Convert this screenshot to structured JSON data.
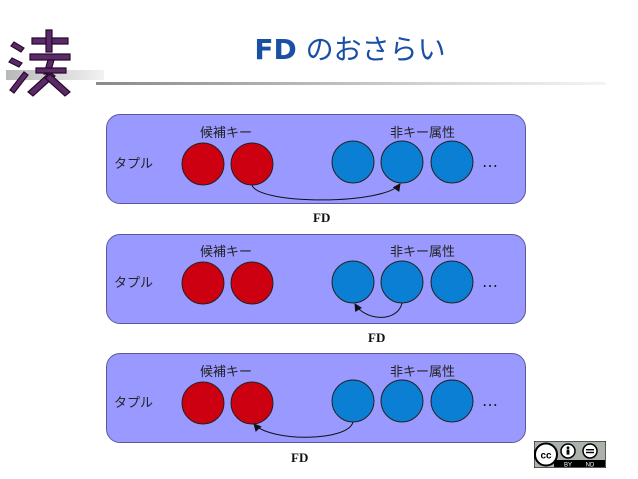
{
  "slide": {
    "title_bold": "FD",
    "title_rest": " のおさらい"
  },
  "panels": [
    {
      "candidate_key": "候補キー",
      "non_key_attr": "非キー属性",
      "tuple": "タプル",
      "ellipsis": "…",
      "fd_label": "FD",
      "arrow": "candidate-to-nonkey"
    },
    {
      "candidate_key": "候補キー",
      "non_key_attr": "非キー属性",
      "tuple": "タプル",
      "ellipsis": "…",
      "fd_label": "FD",
      "arrow": "nonkey-to-nonkey"
    },
    {
      "candidate_key": "候補キー",
      "non_key_attr": "非キー属性",
      "tuple": "タプル",
      "ellipsis": "…",
      "fd_label": "FD",
      "arrow": "nonkey-to-candidate"
    }
  ],
  "colors": {
    "key": "#cc0011",
    "non_key": "#0a7fd3",
    "panel": "#9999ff",
    "title": "#1a4fa6"
  },
  "license": {
    "by": "BY",
    "nd": "ND"
  }
}
